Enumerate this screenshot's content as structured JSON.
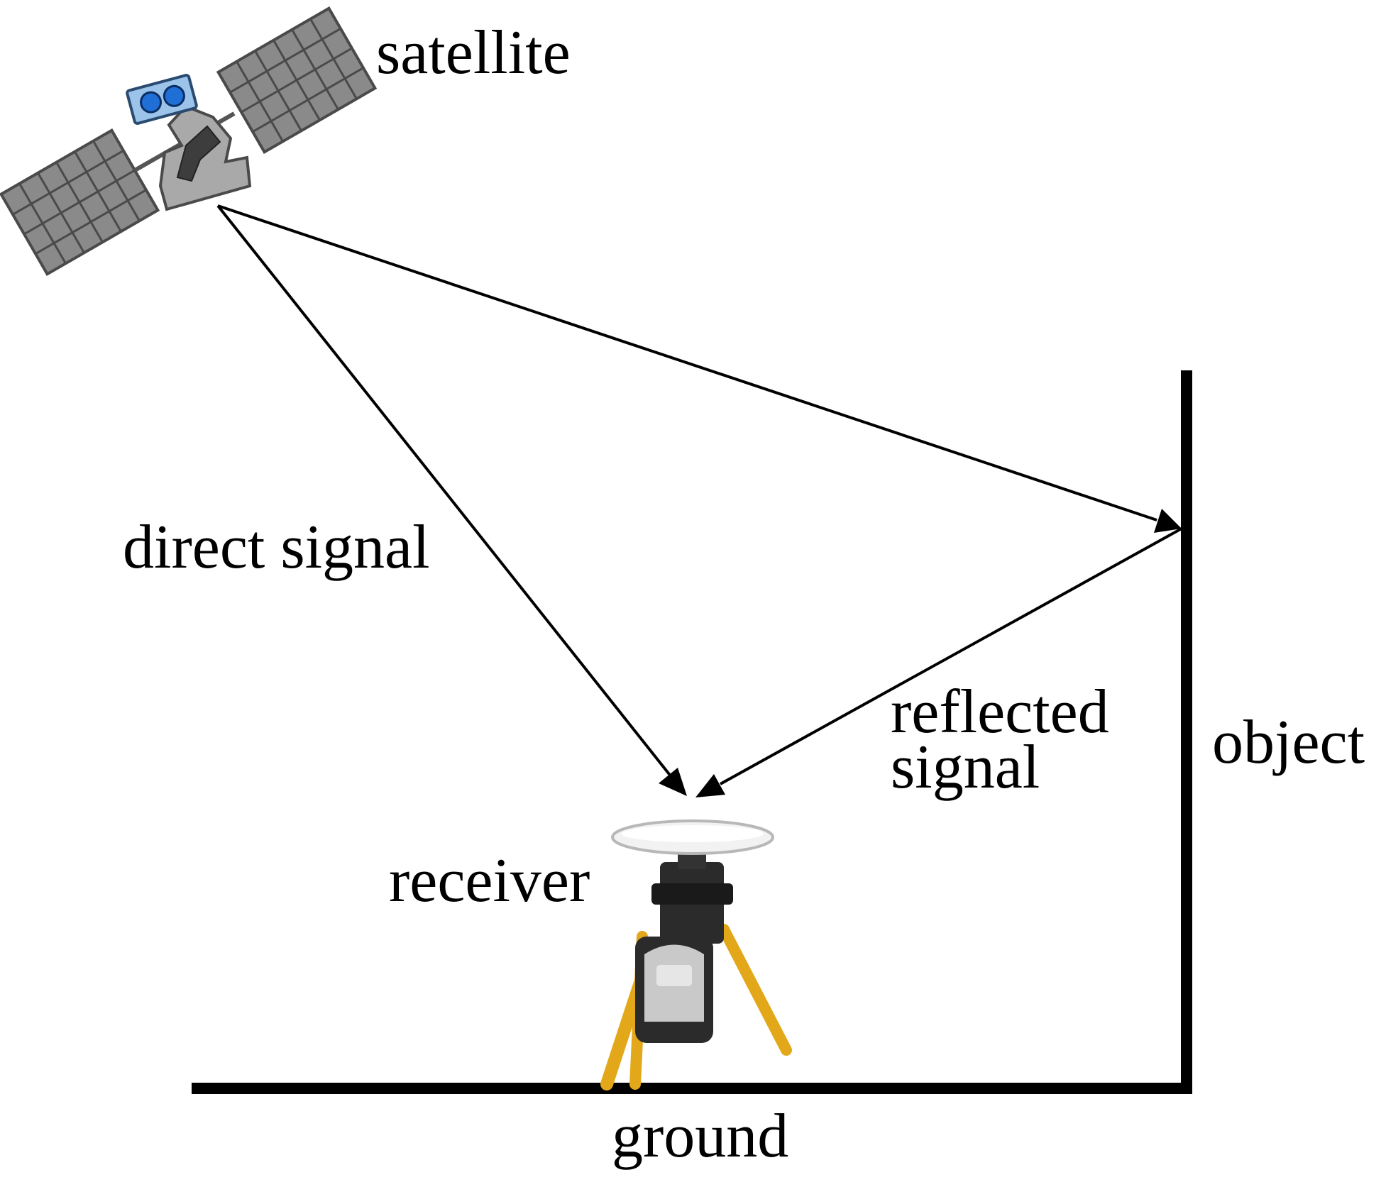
{
  "labels": {
    "satellite": "satellite",
    "direct_signal": "direct signal",
    "reflected_signal_line1": "reflected",
    "reflected_signal_line2": "signal",
    "object": "object",
    "receiver": "receiver",
    "ground": "ground"
  },
  "colors": {
    "background": "#ffffff",
    "line": "#000000",
    "solar_panel": "#8a8a8a",
    "solar_grid": "#4a4a4a",
    "satellite_body": "#a9a9a9",
    "satellite_box": "#9cc3ea",
    "satellite_lens": "#1f6fd6",
    "antenna_dome": "#f2f2f2",
    "receiver_body": "#2b2b2b",
    "tripod": "#e3a81a"
  },
  "icons": {
    "satellite": "satellite-icon",
    "receiver": "gnss-receiver-icon"
  }
}
